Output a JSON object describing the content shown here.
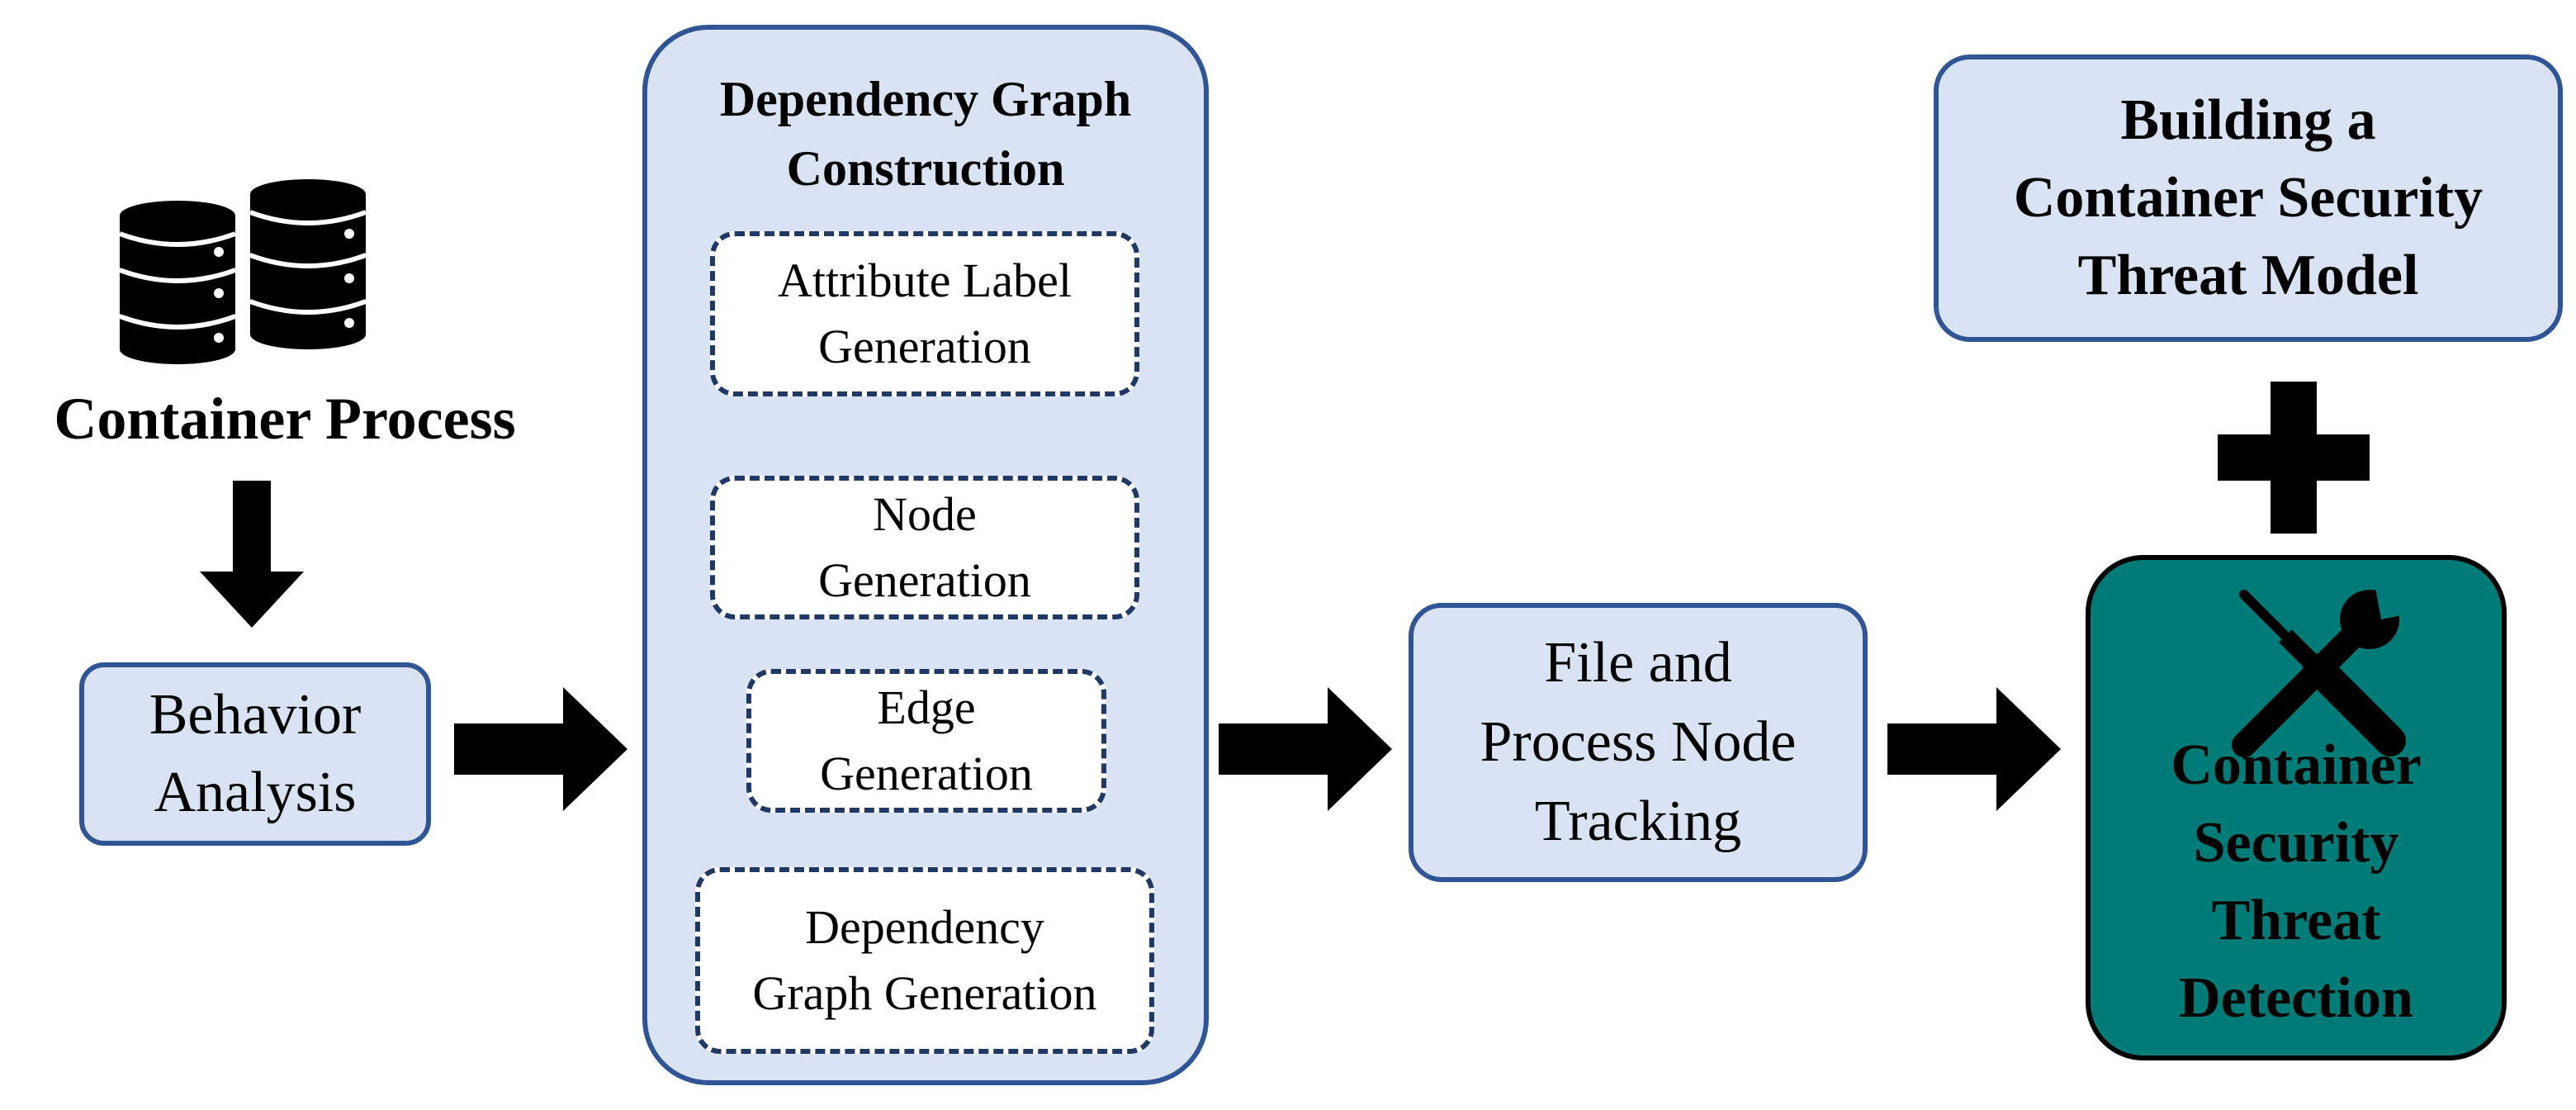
{
  "source": {
    "label": "Container Process",
    "icon": "database-icon"
  },
  "behavior_analysis": {
    "lines": [
      "Behavior",
      "Analysis"
    ]
  },
  "dependency_graph": {
    "title_lines": [
      "Dependency Graph",
      "Construction"
    ],
    "steps": [
      {
        "lines": [
          "Attribute Label",
          "Generation"
        ]
      },
      {
        "lines": [
          "Node",
          "Generation"
        ]
      },
      {
        "lines": [
          "Edge",
          "Generation"
        ]
      },
      {
        "lines": [
          "Dependency",
          "Graph Generation"
        ]
      }
    ]
  },
  "tracking": {
    "lines": [
      "File and",
      "Process Node",
      "Tracking"
    ]
  },
  "threat_model": {
    "lines": [
      "Building a",
      "Container Security",
      "Threat Model"
    ]
  },
  "detection": {
    "lines": [
      "Container",
      "Security",
      "Threat",
      "Detection"
    ],
    "icon": "tools-icon"
  },
  "connectors": {
    "plus_icon": "plus-icon",
    "arrow_icon": "arrow-icon"
  },
  "colors": {
    "box_fill": "#dae3f3",
    "box_border": "#2f5597",
    "dashed_border": "#1f3864",
    "detection_fill": "#007c78",
    "arrow": "#000000"
  }
}
